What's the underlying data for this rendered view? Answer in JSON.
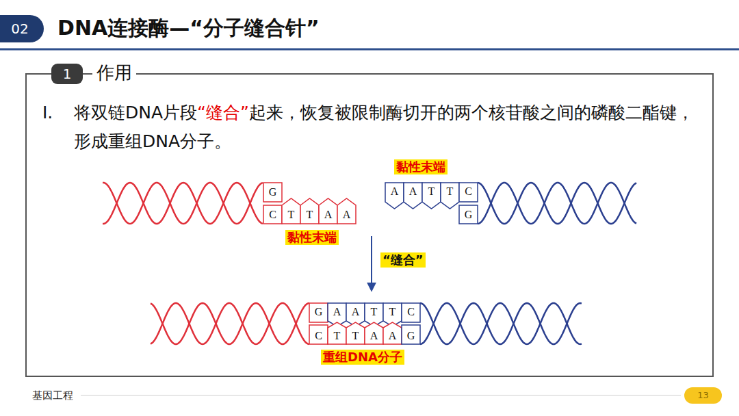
{
  "diagram": {
    "title": "DNA连接酶—“分子缝合针”",
    "nodes": [
      {
        "text": [
          "02"
        ]
      },
      {
        "text": [
          "作用"
        ]
      },
      {
        "text": [
          "1"
        ],
        "in": 1
      }
    ],
    "labels": [
      "I.",
      "将双链DNA片段",
      "“缝合”",
      "起来，恢复被限制酶切开的两个核苷酸之间的磷酸二酯键，形成重组DNA分子。",
      "黏性末端",
      "G",
      "C",
      "T",
      "T",
      "A",
      "A",
      "黏性末端",
      "A",
      "A",
      "T",
      "T",
      "C",
      "G",
      "“缝合”",
      "G",
      "A",
      "A",
      "T",
      "T",
      "C",
      "C",
      "T",
      "T",
      "A",
      "A",
      "G",
      "重组DNA分子",
      "基因工程",
      "13"
    ]
  }
}
